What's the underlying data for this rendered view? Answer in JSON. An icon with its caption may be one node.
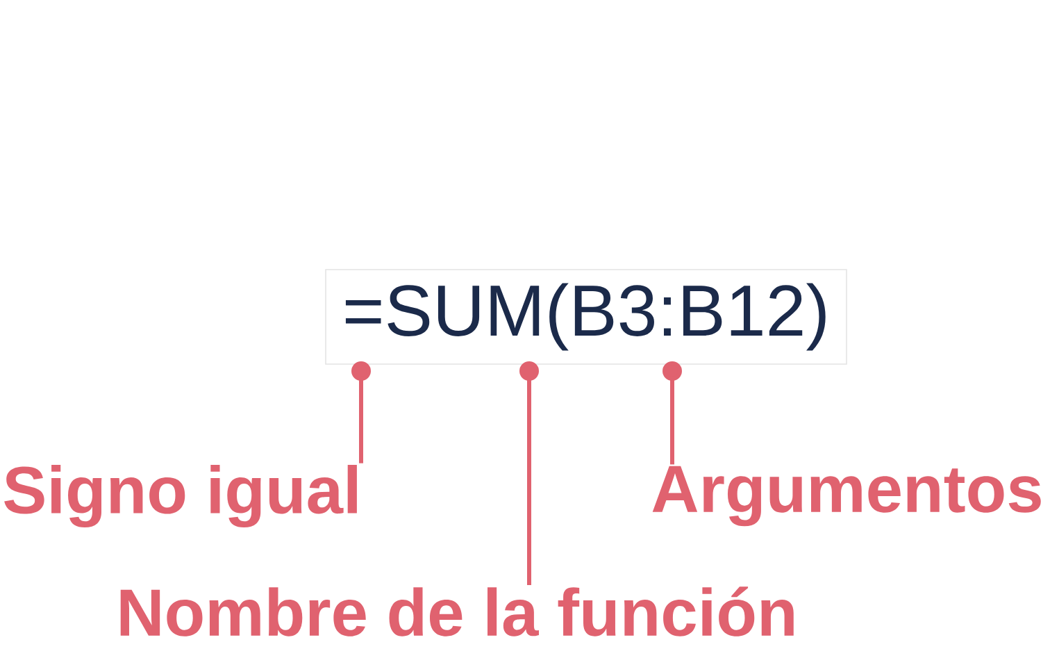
{
  "diagram": {
    "nodes": [
      {
        "text": [
          "=SUM(B3:B12)"
        ]
      },
      {
        "text": [
          "Signo igual"
        ]
      },
      {
        "text": [
          "Nombre de la función"
        ]
      },
      {
        "text": [
          "Argumentos"
        ]
      }
    ],
    "edges": [
      {
        "from": 1,
        "to": 0,
        "arrow": "other"
      },
      {
        "from": 2,
        "to": 0,
        "arrow": "other"
      },
      {
        "from": 3,
        "to": 0,
        "arrow": "other"
      }
    ]
  }
}
